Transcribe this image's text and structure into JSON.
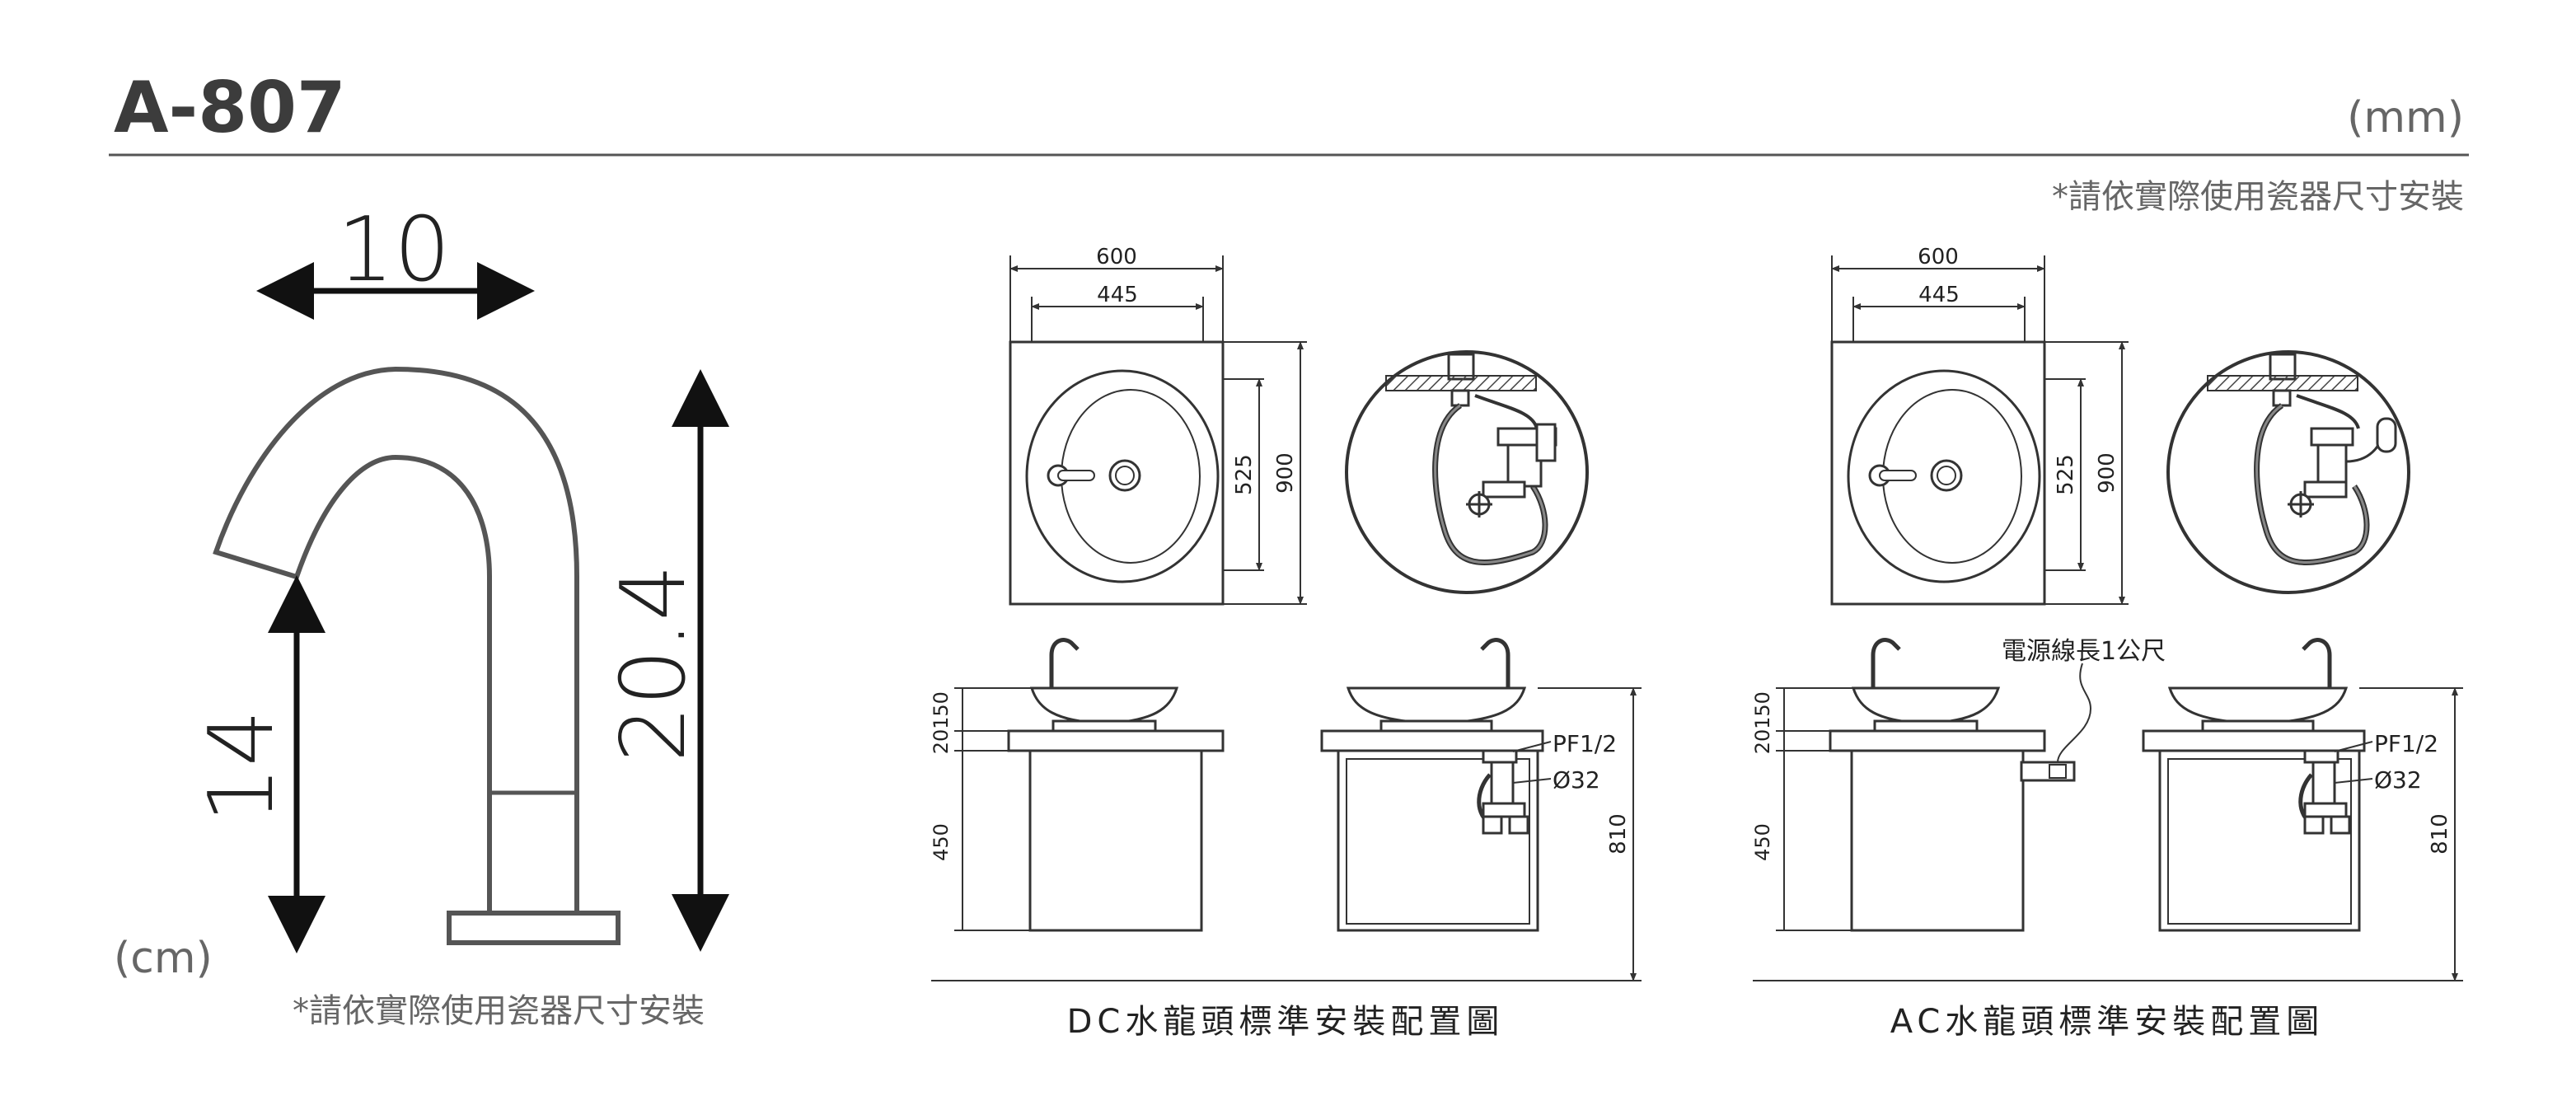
{
  "header": {
    "model": "A-807",
    "unit_mm": "(mm)",
    "note": "*請依實際使用瓷器尺寸安裝"
  },
  "faucet": {
    "width_label": "10",
    "spout_height_label": "14",
    "total_height_label": "20.4",
    "unit_cm": "(cm)",
    "note": "*請依實際使用瓷器尺寸安裝"
  },
  "dc": {
    "top_width_outer": "600",
    "top_width_inner": "445",
    "top_depth_inner": "525",
    "top_depth_outer": "900",
    "dim_150": "150",
    "dim_20": "20",
    "dim_450": "450",
    "dim_810": "810",
    "pipe_pf": "PF1/2",
    "pipe_dia": "Ø32",
    "caption": "DC水龍頭標準安裝配置圖"
  },
  "ac": {
    "top_width_outer": "600",
    "top_width_inner": "445",
    "top_depth_inner": "525",
    "top_depth_outer": "900",
    "dim_150": "150",
    "dim_20": "20",
    "dim_450": "450",
    "dim_810": "810",
    "pipe_pf": "PF1/2",
    "pipe_dia": "Ø32",
    "cord_note": "電源線長1公尺",
    "caption": "AC水龍頭標準安裝配置圖"
  }
}
